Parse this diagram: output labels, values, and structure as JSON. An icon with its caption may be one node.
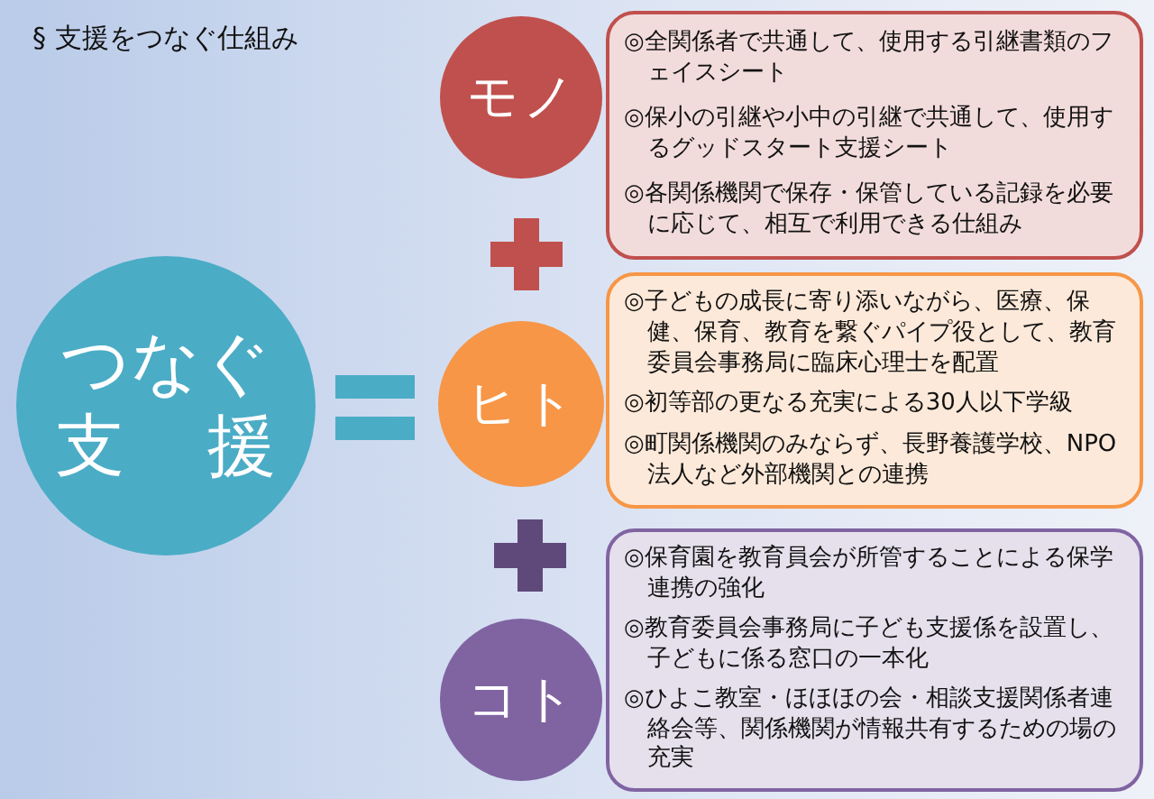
{
  "diagram": {
    "title": "§ 支援をつなぐ仕組み",
    "nodes": [
      {
        "text": [
          "つなぐ支援"
        ]
      },
      {
        "text": [
          "モノ"
        ]
      },
      {
        "text": [
          "◎全関係者で共通して、使用する引継書類のフェイスシート",
          "◎保小の引継や小中の引継で共通して、使用するグッドスタート支援シート",
          "◎各関係機関で保存・保管している記録を必要に応じて、相互で利用できる仕組み"
        ]
      },
      {
        "text": [
          "ヒト"
        ]
      },
      {
        "text": [
          "◎子どもの成長に寄り添いながら、医療、保健、保育、教育を繋ぐパイプ役として、教育委員会事務局に臨床心理士を配置",
          "◎初等部の更なる充実による30人以下学級",
          "◎町関係機関のみならず、長野養護学校、NPO法人など外部機関との連携"
        ]
      },
      {
        "text": [
          "コト"
        ]
      },
      {
        "text": [
          "◎保育園を教育員会が所管することによる保学連携の強化",
          "◎教育委員会事務局に子ども支援係を設置し、子どもに係る窓口の一本化",
          "◎ひよこ教室・ほほほの会・相談支援関係者連絡会等、関係機関が情報共有するための場の充実"
        ]
      }
    ]
  }
}
